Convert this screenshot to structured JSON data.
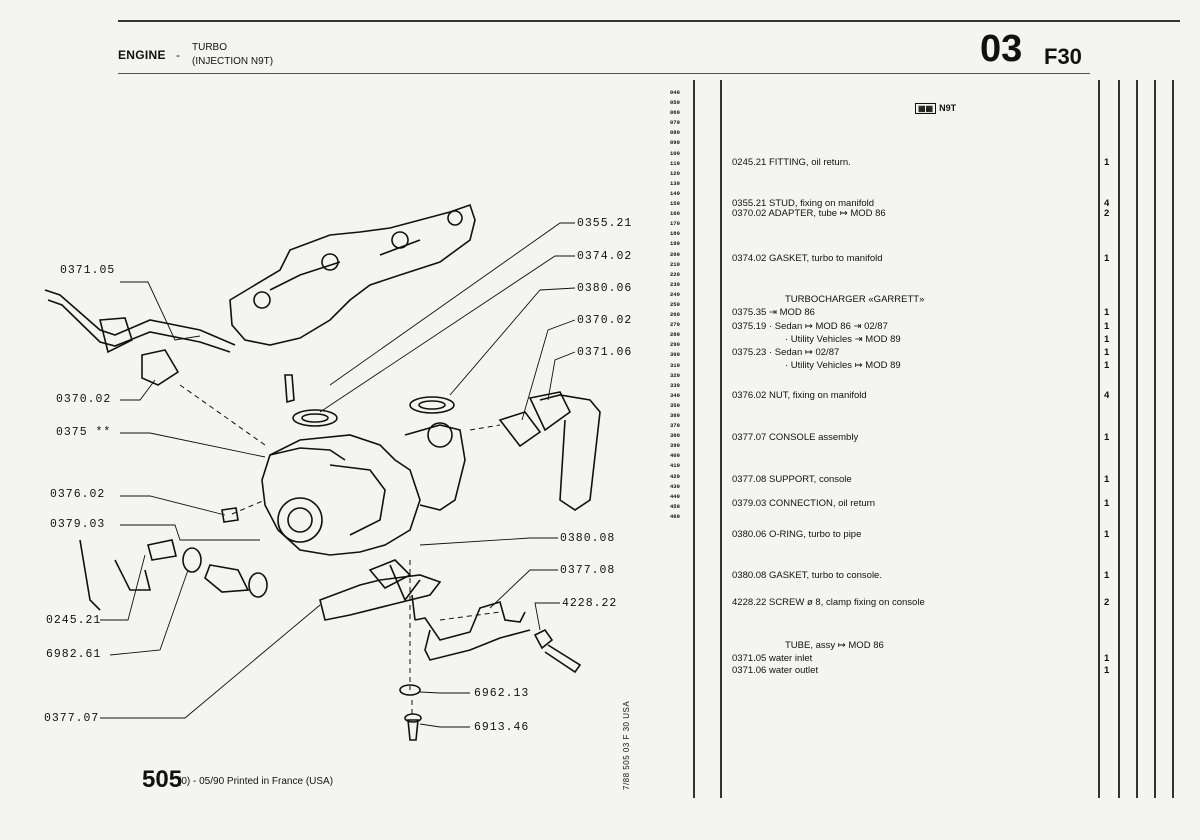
{
  "header": {
    "engine": "ENGINE",
    "sep": "-",
    "subtitle1": "TURBO",
    "subtitle2": "(INJECTION N9T)",
    "section_number": "03",
    "section_code": "F30"
  },
  "callouts": [
    {
      "id": "c1",
      "text": "0355.21"
    },
    {
      "id": "c2",
      "text": "0374.02"
    },
    {
      "id": "c3",
      "text": "0371.05"
    },
    {
      "id": "c4",
      "text": "0380.06"
    },
    {
      "id": "c5",
      "text": "0370.02"
    },
    {
      "id": "c6",
      "text": "0371.06"
    },
    {
      "id": "c7",
      "text": "0370.02"
    },
    {
      "id": "c8",
      "text": "0375 **"
    },
    {
      "id": "c9",
      "text": "0376.02"
    },
    {
      "id": "c10",
      "text": "0379.03"
    },
    {
      "id": "c11",
      "text": "0380.08"
    },
    {
      "id": "c12",
      "text": "0377.08"
    },
    {
      "id": "c13",
      "text": "4228.22"
    },
    {
      "id": "c14",
      "text": "0245.21"
    },
    {
      "id": "c15",
      "text": "6982.61"
    },
    {
      "id": "c16",
      "text": "6962.13"
    },
    {
      "id": "c17",
      "text": "0377.07"
    },
    {
      "id": "c18",
      "text": "6913.46"
    }
  ],
  "footer": {
    "page": "505",
    "text": "(0) - 05/90 Printed in France (USA)",
    "side_code": "7/88 505 03 F 30 USA"
  },
  "row_numbers": [
    "040",
    "050",
    "060",
    "070",
    "080",
    "090",
    "100",
    "110",
    "120",
    "130",
    "140",
    "150",
    "160",
    "170",
    "180",
    "190",
    "200",
    "210",
    "220",
    "230",
    "240",
    "250",
    "260",
    "270",
    "280",
    "290",
    "300",
    "310",
    "320",
    "330",
    "340",
    "350",
    "360",
    "370",
    "380",
    "390",
    "400",
    "410",
    "420",
    "430",
    "440",
    "450",
    "460"
  ],
  "parts_header": "N9T",
  "parts": [
    {
      "line": "0245.21 FITTING, oil return.",
      "qty": "1"
    },
    {
      "line": "0355.21 STUD, fixing on manifold",
      "qty": "4"
    },
    {
      "line": "0370.02 ADAPTER, tube ↦ MOD 86",
      "qty": "2"
    },
    {
      "line": "0374.02 GASKET, turbo to manifold",
      "qty": "1"
    },
    {
      "line": "TURBOCHARGER «GARRETT»",
      "qty": ""
    },
    {
      "line": "0375.35  ⇥ MOD 86",
      "qty": "1"
    },
    {
      "line": "0375.19  · Sedan ↦ MOD 86 ⇥ 02/87",
      "qty": "1"
    },
    {
      "line": "· Utility Vehicles ⇥ MOD 89",
      "qty": "1"
    },
    {
      "line": "0375.23  · Sedan ↦ 02/87",
      "qty": "1"
    },
    {
      "line": "· Utility Vehicles ↦ MOD 89",
      "qty": "1"
    },
    {
      "line": "0376.02 NUT, fixing on manifold",
      "qty": "4"
    },
    {
      "line": "0377.07 CONSOLE assembly",
      "qty": "1"
    },
    {
      "line": "0377.08 SUPPORT, console",
      "qty": "1"
    },
    {
      "line": "0379.03 CONNECTION, oil return",
      "qty": "1"
    },
    {
      "line": "0380.06 O-RING, turbo to pipe",
      "qty": "1"
    },
    {
      "line": "0380.08 GASKET, turbo to console.",
      "qty": "1"
    },
    {
      "line": "4228.22 SCREW ø 8, clamp fixing on console",
      "qty": "2"
    },
    {
      "line": "TUBE, assy ↦ MOD 86",
      "qty": ""
    },
    {
      "line": "0371.05  water inlet",
      "qty": "1"
    },
    {
      "line": "0371.06  water outlet",
      "qty": "1"
    }
  ]
}
